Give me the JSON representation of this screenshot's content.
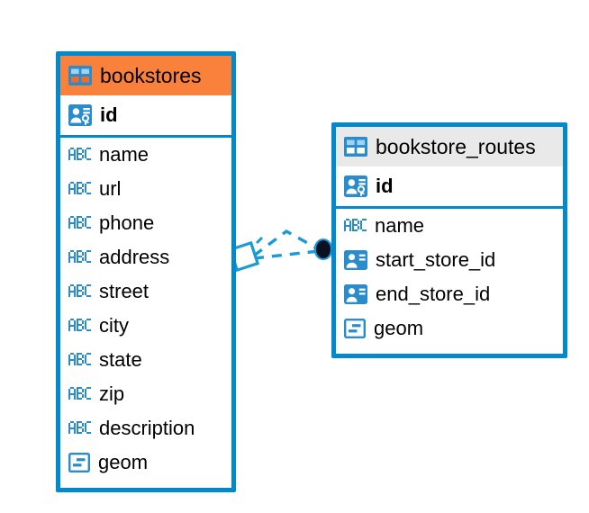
{
  "diagram": {
    "type": "entity-relationship-diagram",
    "background_color": "#ffffff",
    "accent_color": "#0089cc",
    "highlight_color": "#f9813c",
    "neutral_header_color": "#e9e9e9"
  },
  "entities": [
    {
      "name": "bookstores",
      "header_style": "accent",
      "table_icon": "table-icon",
      "fields": [
        {
          "name": "id",
          "type_icon": "primary-key-icon",
          "emphasis": "bold"
        },
        {
          "name": "name",
          "type_icon": "abc-text-icon",
          "emphasis": "normal"
        },
        {
          "name": "url",
          "type_icon": "abc-text-icon",
          "emphasis": "normal"
        },
        {
          "name": "phone",
          "type_icon": "abc-text-icon",
          "emphasis": "normal"
        },
        {
          "name": "address",
          "type_icon": "abc-text-icon",
          "emphasis": "normal"
        },
        {
          "name": "street",
          "type_icon": "abc-text-icon",
          "emphasis": "normal"
        },
        {
          "name": "city",
          "type_icon": "abc-text-icon",
          "emphasis": "normal"
        },
        {
          "name": "state",
          "type_icon": "abc-text-icon",
          "emphasis": "normal"
        },
        {
          "name": "zip",
          "type_icon": "abc-text-icon",
          "emphasis": "normal"
        },
        {
          "name": "description",
          "type_icon": "abc-text-icon",
          "emphasis": "normal"
        },
        {
          "name": "geom",
          "type_icon": "geometry-icon",
          "emphasis": "normal"
        }
      ]
    },
    {
      "name": "bookstore_routes",
      "header_style": "neutral",
      "table_icon": "table-icon",
      "fields": [
        {
          "name": "id",
          "type_icon": "primary-key-icon",
          "emphasis": "bold"
        },
        {
          "name": "name",
          "type_icon": "abc-text-icon",
          "emphasis": "normal"
        },
        {
          "name": "start_store_id",
          "type_icon": "foreign-key-icon",
          "emphasis": "normal"
        },
        {
          "name": "end_store_id",
          "type_icon": "foreign-key-icon",
          "emphasis": "normal"
        },
        {
          "name": "geom",
          "type_icon": "geometry-icon",
          "emphasis": "normal"
        }
      ]
    }
  ],
  "relationship": {
    "from_entity": "bookstores",
    "to_entity": "bookstore_routes",
    "line_style": "dashed",
    "line_color": "#1b9ad7",
    "source_marker": "diamond-outline",
    "target_marker": "filled-circle",
    "target_marker_color": "#0a1020"
  }
}
